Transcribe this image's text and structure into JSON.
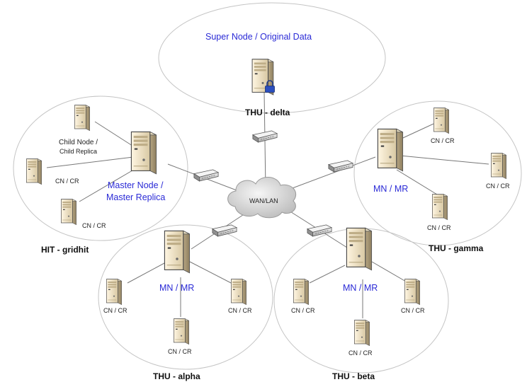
{
  "super_node": {
    "title": "Super Node / Original Data",
    "site": "THU - delta"
  },
  "wan": {
    "label": "WAN/LAN"
  },
  "sites": {
    "gridhit": {
      "site": "HIT - gridhit",
      "master_line1": "Master Node /",
      "master_line2": "Master Replica",
      "child_line1": "Child Node /",
      "child_line2": "Child Replica",
      "cn_left": "CN / CR",
      "cn_bottom": "CN / CR"
    },
    "gamma": {
      "site": "THU - gamma",
      "master": "MN / MR",
      "cn_top": "CN / CR",
      "cn_right": "CN / CR",
      "cn_bottom": "CN / CR"
    },
    "alpha": {
      "site": "THU - alpha",
      "master": "MN / MR",
      "cn_left": "CN / CR",
      "cn_right": "CN / CR",
      "cn_bottom": "CN / CR"
    },
    "beta": {
      "site": "THU - beta",
      "master": "MN / MR",
      "cn_left": "CN / CR",
      "cn_right": "CN / CR",
      "cn_bottom": "CN / CR"
    }
  },
  "icons": [
    "server-icon",
    "lock-icon",
    "switch-icon",
    "cloud-icon"
  ]
}
